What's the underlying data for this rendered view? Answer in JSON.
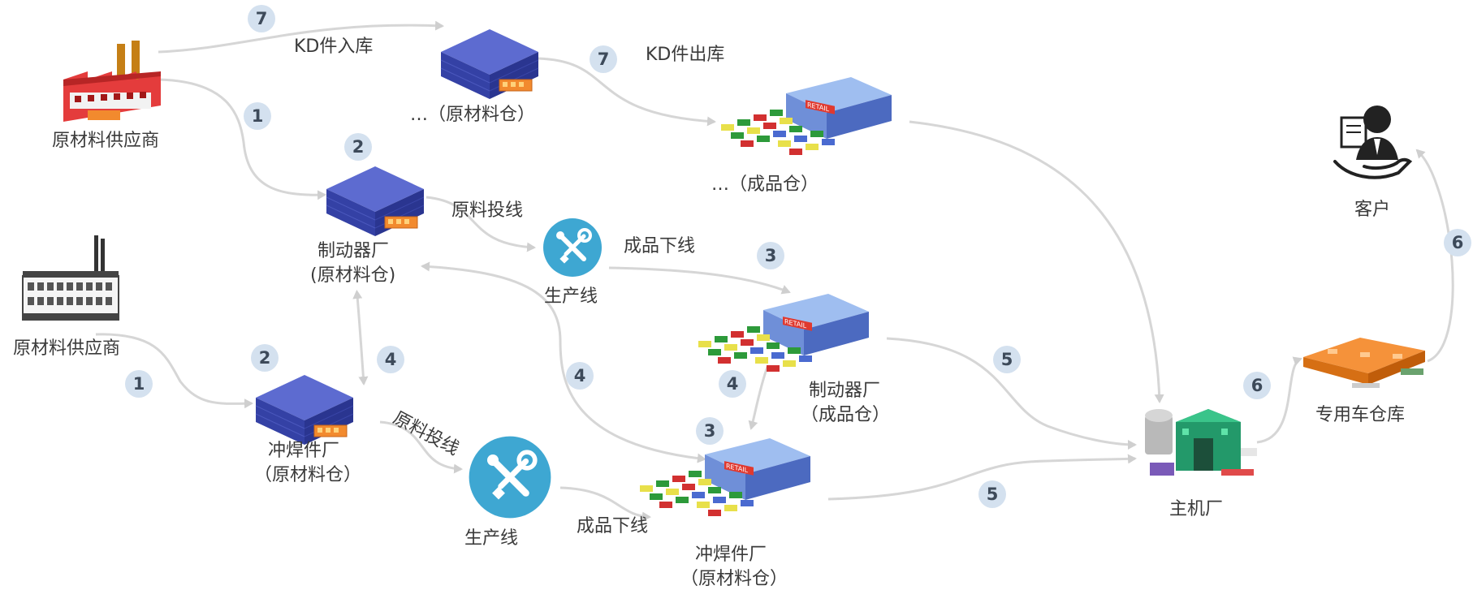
{
  "nodes": {
    "supplier_top": "原材料供应商",
    "supplier_left": "原材料供应商",
    "raw_warehouse_top": "…（原材料仓）",
    "finished_warehouse_top": "…（成品仓）",
    "brake_factory_raw_1": "制动器厂",
    "brake_factory_raw_2": "(原材料仓)",
    "production_line_top": "生产线",
    "brake_factory_finished_1": "制动器厂",
    "brake_factory_finished_2": "（成品仓）",
    "stamping_factory_raw_1": "冲焊件厂",
    "stamping_factory_raw_2": "（原材料仓）",
    "production_line_bottom": "生产线",
    "stamping_factory_finished_1": "冲焊件厂",
    "stamping_factory_finished_2": "（原材料仓）",
    "oem": "主机厂",
    "dedicated_warehouse": "专用车仓库",
    "customer": "客户"
  },
  "edge_labels": {
    "kd_in": "KD件入库",
    "kd_out": "KD件出库",
    "feed_top": "原料投线",
    "output_top": "成品下线",
    "feed_bottom": "原料投线",
    "output_bottom": "成品下线"
  },
  "badges": {
    "b7a": "7",
    "b7b": "7",
    "b1a": "1",
    "b2a": "2",
    "b3a": "3",
    "b1b": "1",
    "b2b": "2",
    "b4a": "4",
    "b4b": "4",
    "b4c": "4",
    "b3b": "3",
    "b5a": "5",
    "b5b": "5",
    "b6a": "6",
    "b6b": "6"
  },
  "colors": {
    "arrow": "#d6d6d6",
    "badge_bg": "#d4e1ef",
    "tool_circle": "#3ea7d2",
    "warehouse_top": "#5563c4",
    "warehouse_side": "#2a3590",
    "retail_roof": "#8bb0e8",
    "factory_red": "#e23a3a"
  },
  "icons": [
    "factory-icon",
    "warehouse-icon",
    "retail-warehouse-icon",
    "tools-icon",
    "main-plant-icon",
    "truck-warehouse-icon",
    "customer-icon"
  ]
}
